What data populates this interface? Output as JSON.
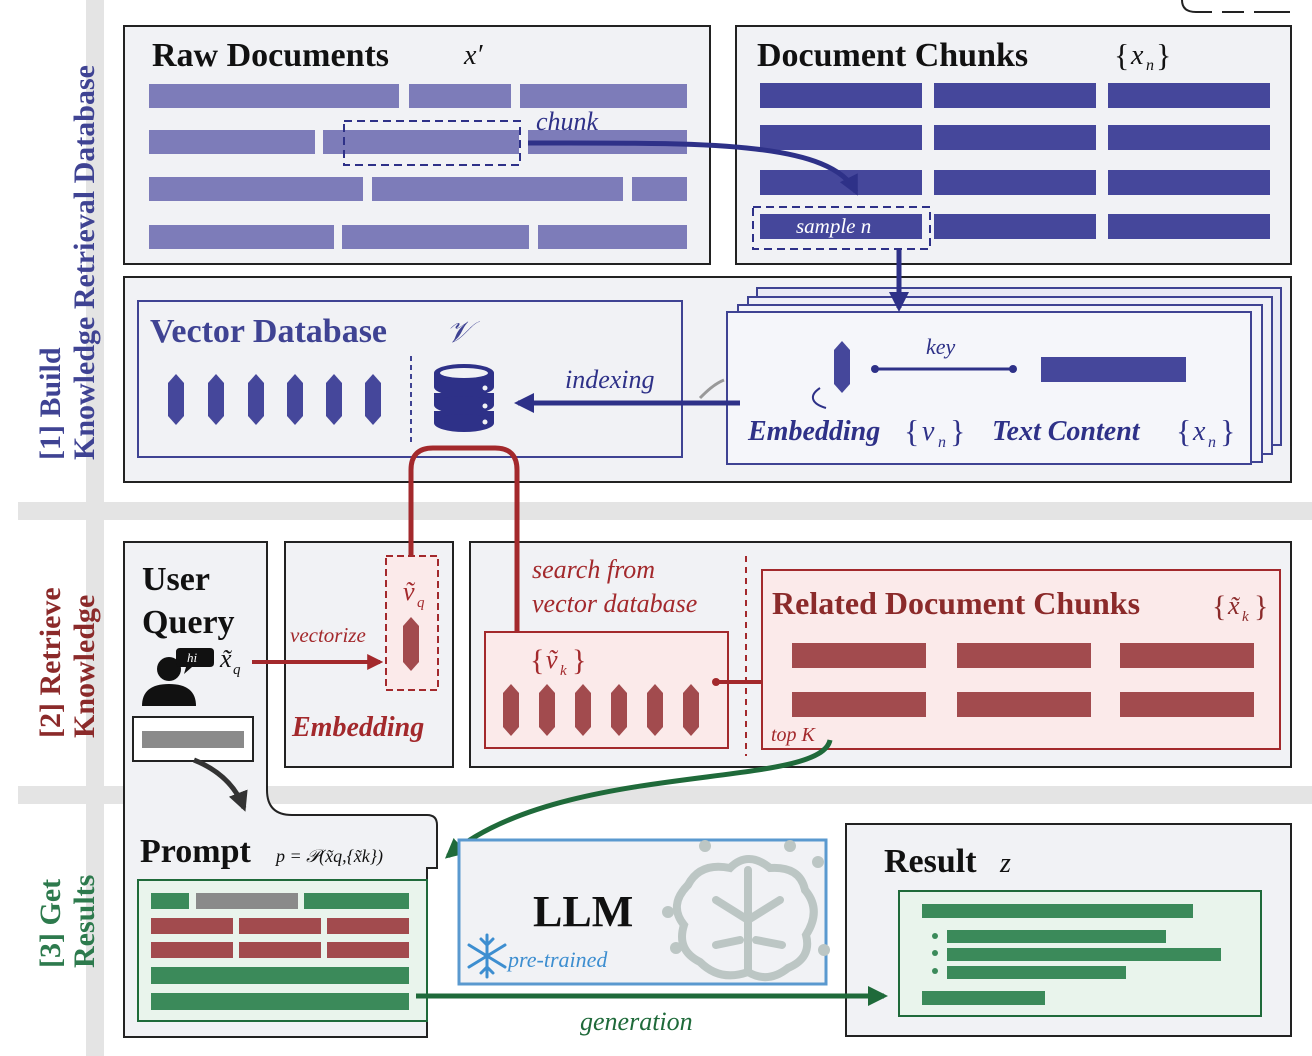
{
  "sections": {
    "build": {
      "line1": "[1] Build",
      "line2": "Knowledge Retrieval Database",
      "color": "#3f4393"
    },
    "retrieve": {
      "line1": "[2] Retrieve",
      "line2": "Knowledge",
      "color": "#8b2a2a"
    },
    "results": {
      "line1": "[3] Get",
      "line2": "Results",
      "color": "#2d7a4d"
    }
  },
  "raw_documents": {
    "title": "Raw Documents",
    "symbol": "x′",
    "chunk_label": "chunk"
  },
  "document_chunks": {
    "title": "Document Chunks",
    "symbol_open": "{",
    "symbol_var": "x",
    "symbol_sub": "n",
    "symbol_close": "}",
    "sample_label": "sample n"
  },
  "vector_db": {
    "title": "Vector Database",
    "symbol": "𝒱"
  },
  "entry": {
    "key_label": "key",
    "indexing_label": "indexing",
    "embedding_label": "Embedding",
    "embedding_var": "v",
    "embedding_sub": "n",
    "text_label": "Text Content",
    "text_var": "x",
    "text_sub": "n"
  },
  "user_query": {
    "line1": "User",
    "line2": "Query",
    "bubble": "hi",
    "var": "x̃",
    "sub": "q",
    "vectorize_label": "vectorize"
  },
  "embedding_box": {
    "label": "Embedding",
    "var": "ṽ",
    "sub": "q"
  },
  "search": {
    "line1": "search from",
    "line2": "vector database",
    "var": "ṽ",
    "sub": "k"
  },
  "related": {
    "title": "Related Document Chunks",
    "var": "x̃",
    "sub": "k",
    "topk": "top K"
  },
  "prompt": {
    "title": "Prompt",
    "formula": "p = 𝒫(x̃q,{x̃k})"
  },
  "llm": {
    "title": "LLM",
    "badge": "pre-trained"
  },
  "result": {
    "title": "Result",
    "symbol": "z"
  },
  "generation_label": "generation",
  "colors": {
    "blue_light": "#7d7cb9",
    "blue_dark": "#45479b",
    "red": "#a24b4e",
    "green": "#2f7d4f",
    "grey_band": "#e4e4e4",
    "panel": "#f1f2f5",
    "llm_border": "#5a99cf"
  }
}
